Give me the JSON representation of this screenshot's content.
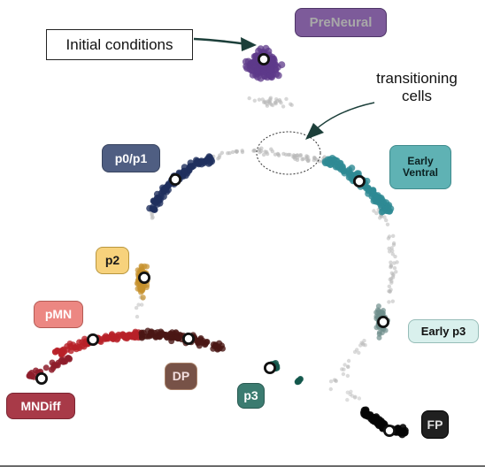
{
  "annotations": {
    "initial_conditions": "Initial conditions",
    "transitioning_line1": "transitioning",
    "transitioning_line2": "cells"
  },
  "clusters": [
    {
      "key": "preneural",
      "label": "PreNeural",
      "color": "#5d3a8a"
    },
    {
      "key": "p0p1",
      "label": "p0/p1",
      "color": "#1f2f5e"
    },
    {
      "key": "early_ventral",
      "label_line1": "Early",
      "label_line2": "Ventral",
      "color": "#2e8a93"
    },
    {
      "key": "p2",
      "label": "p2",
      "color": "#c6912e"
    },
    {
      "key": "pmn",
      "label": "pMN",
      "color": "#b82128"
    },
    {
      "key": "early_p3",
      "label": "Early p3",
      "color": "#6f8f8c"
    },
    {
      "key": "dp",
      "label": "DP",
      "color": "#4a1714"
    },
    {
      "key": "p3",
      "label": "p3",
      "color": "#13574b"
    },
    {
      "key": "mndiff",
      "label": "MNDiff",
      "color": "#8e1d2c"
    },
    {
      "key": "fp",
      "label": "FP",
      "color": "#050505"
    }
  ],
  "transitioning_color": "#b8b8b8"
}
